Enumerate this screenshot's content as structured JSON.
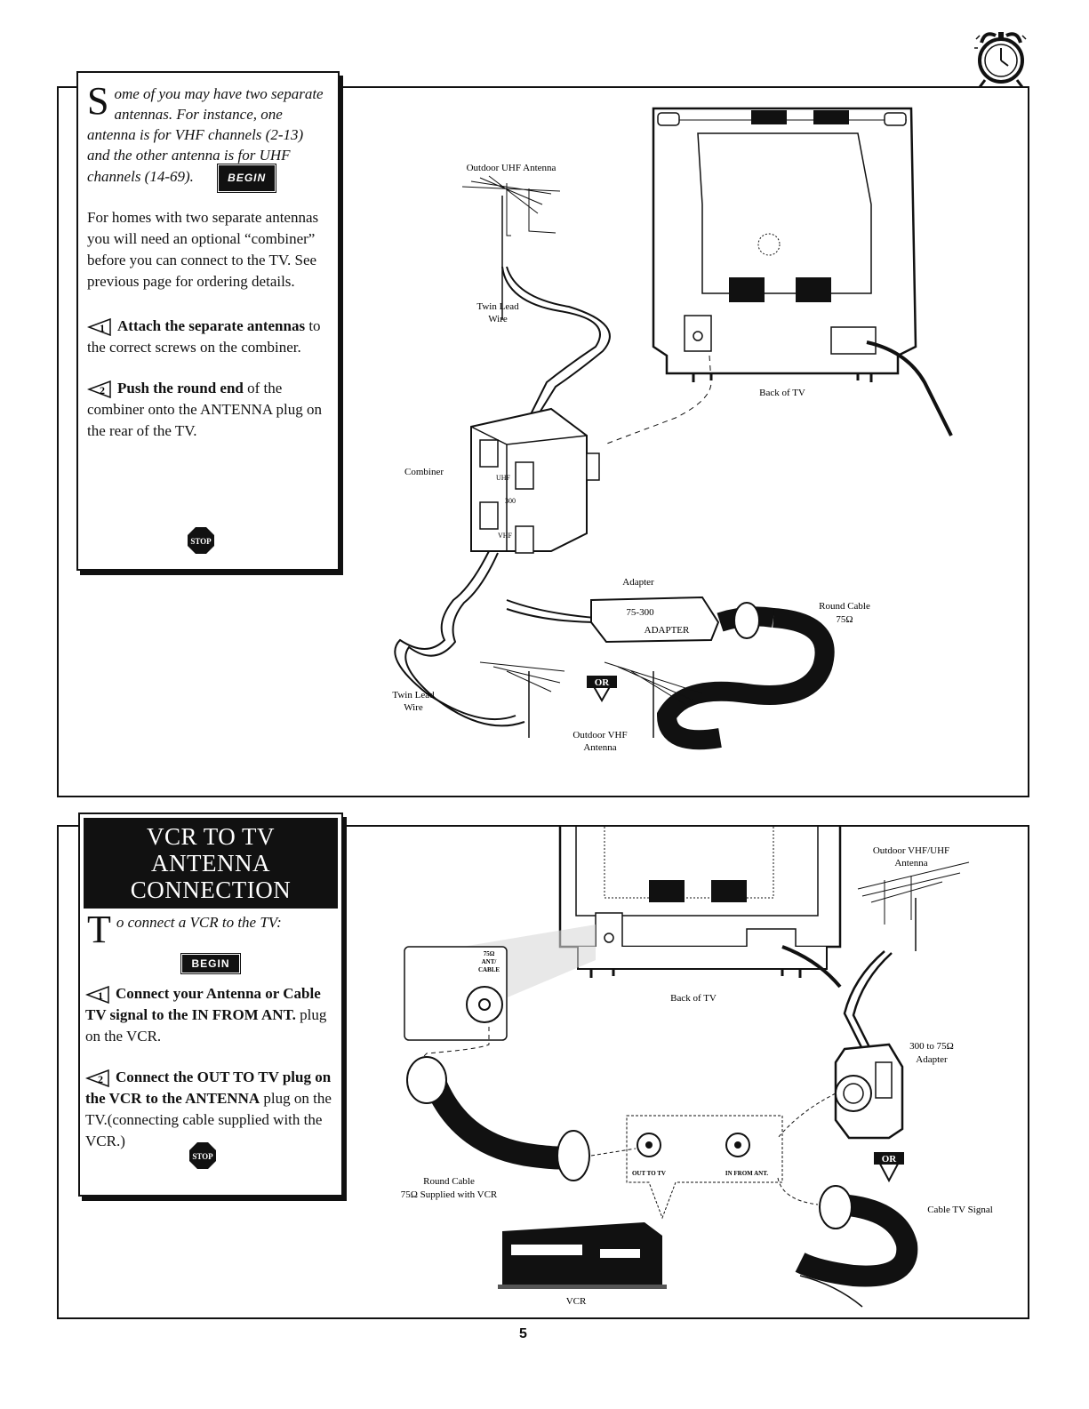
{
  "top": {
    "intro_dropcap": "S",
    "intro_text": "ome of you may have two separate antennas. For instance, one antenna is for VHF channels (2-13) and the other antenna is for UHF channels (14-69).",
    "begin_label": "BEGIN",
    "body": "For homes with two separate antennas you will need an optional “combiner” before you can connect to the TV. See previous page for ordering details.",
    "step1_num": "1",
    "step1_bold": "Attach the separate antennas",
    "step1_rest": " to the correct screws on the combiner.",
    "step2_num": "2",
    "step2_bold": "Push the round end",
    "step2_rest": " of the combiner onto the ANTENNA plug on the rear of the TV.",
    "stop_label": "STOP",
    "diagram": {
      "uhf_antenna": "Outdoor UHF Antenna",
      "twin_lead_1": "Twin Lead\nWire",
      "back_of_tv": "Back of TV",
      "combiner": "Combiner",
      "combiner_uhf": "UHF",
      "combiner_300": "300",
      "combiner_vhf": "VHF",
      "adapter": "Adapter",
      "adapter_text_1": "75-300",
      "adapter_text_2": "ADAPTER",
      "round_cable": "Round Cable\n75Ω",
      "twin_lead_2": "Twin Lead\nWire",
      "or_label": "OR",
      "vhf_antenna": "Outdoor VHF\nAntenna"
    }
  },
  "bottom": {
    "title_line1": "VCR TO TV ANTENNA",
    "title_line2": "CONNECTION",
    "intro_dropcap": "T",
    "intro_text": "o connect a VCR to the TV:",
    "begin_label": "BEGIN",
    "step1_num": "1",
    "step1_bold": "Connect your Antenna or Cable TV signal to the IN FROM ANT.",
    "step1_rest": " plug on the VCR.",
    "step2_num": "2",
    "step2_bold": "Connect the OUT TO TV plug on the VCR to the ANTENNA",
    "step2_rest": " plug on the TV.(connecting cable supplied with the VCR.)",
    "stop_label": "STOP",
    "diagram": {
      "vhf_uhf_antenna": "Outdoor VHF/UHF\nAntenna",
      "jack_label": "75Ω\nANT/\nCABLE",
      "back_of_tv": "Back of TV",
      "adapter": "300 to 75Ω\nAdapter",
      "or_label": "OR",
      "round_cable": "Round Cable\n75Ω Supplied with VCR",
      "out_to_tv": "OUT TO TV",
      "in_from_ant": "IN FROM ANT.",
      "cable_tv_signal": "Cable TV Signal",
      "vcr": "VCR"
    }
  },
  "page_number": "5"
}
